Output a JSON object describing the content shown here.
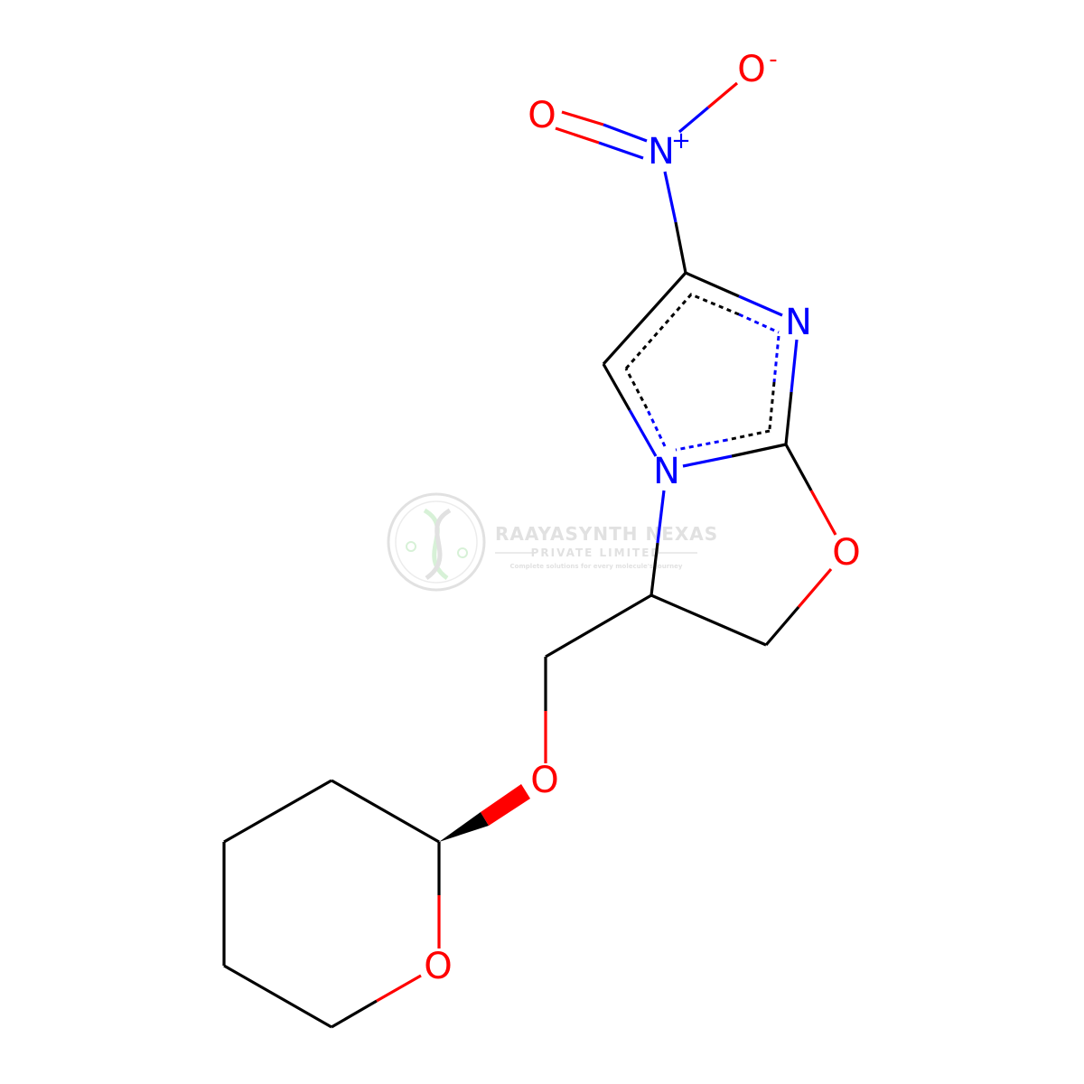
{
  "colors": {
    "carbon_bond": "#000000",
    "nitrogen": "#0000ff",
    "oxygen": "#ff0000",
    "watermark": "#c9c9c9",
    "watermark_accent": "#b8e6b8"
  },
  "atoms": {
    "o_nitro_left": "O",
    "o_nitro_right": "O",
    "o_nitro_right_charge": "-",
    "n_nitro": "N",
    "n_nitro_charge": "+",
    "n_ring_upper": "N",
    "n_ring_lower": "N",
    "o_oxazole": "O",
    "o_ether": "O",
    "o_pyran": "O"
  },
  "watermark": {
    "line1": "RAAYASYNTH NEXAS",
    "line2": "PRIVATE LIMITED",
    "line3": "Complete solutions for every molecule's journey",
    "icon": "dna-helix-icon"
  }
}
